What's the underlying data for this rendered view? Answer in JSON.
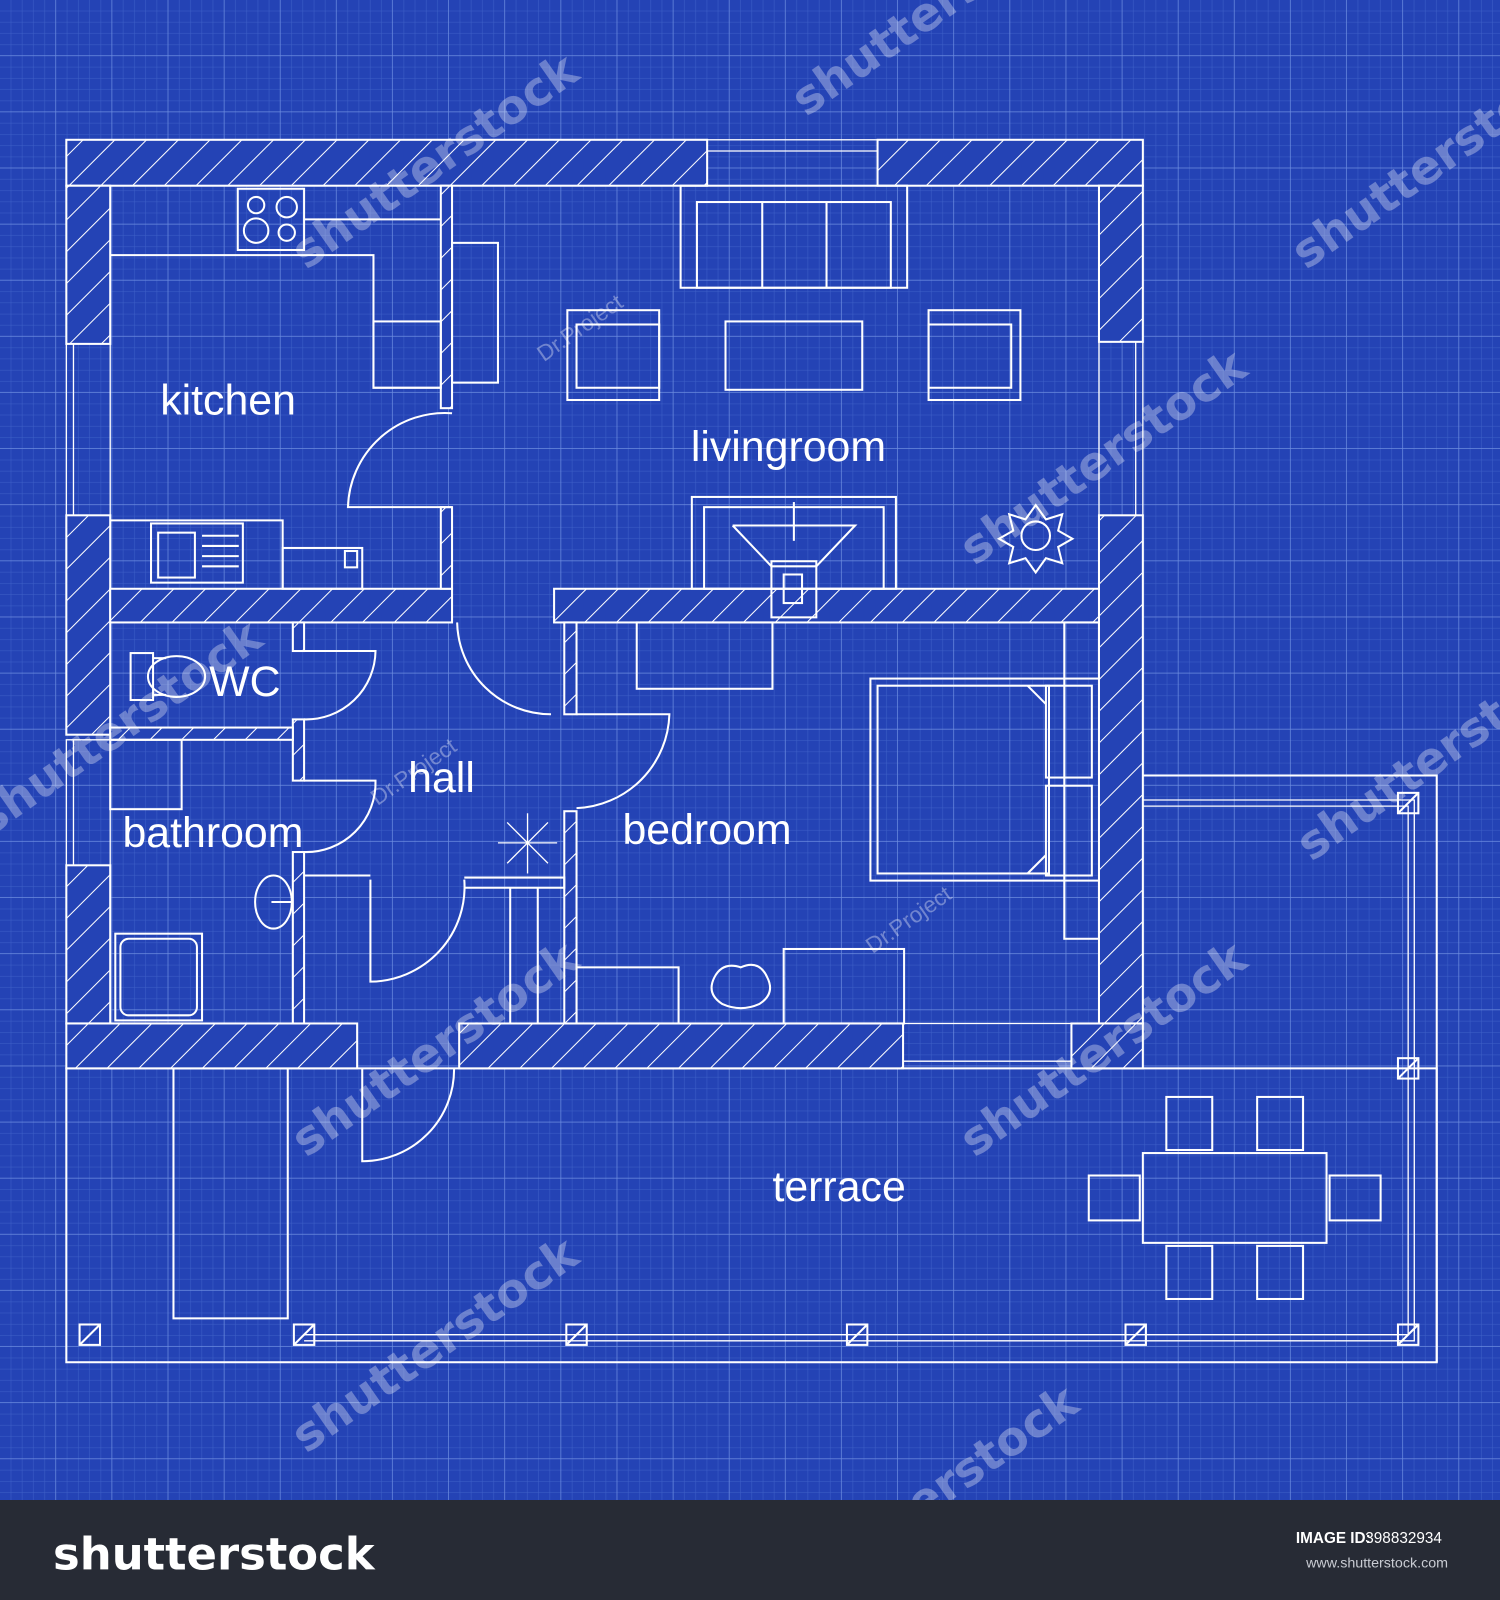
{
  "colors": {
    "background": "#2443b5",
    "grid_minor": "#3f61c8",
    "grid_major": "#6d8de0",
    "lines": "#ffffff",
    "footer": "#272b35"
  },
  "rooms": {
    "kitchen": "kitchen",
    "livingroom": "livingroom",
    "wc": "WC",
    "hall": "hall",
    "bathroom": "bathroom",
    "bedroom": "bedroom",
    "terrace": "terrace"
  },
  "watermarks": {
    "brand": "shutterstock",
    "author": "Dr.Project"
  },
  "footer": {
    "logo": "shutterstock",
    "image_id_label": "IMAGE ID:",
    "image_id": "398832934",
    "url": "www.shutterstock.com"
  }
}
